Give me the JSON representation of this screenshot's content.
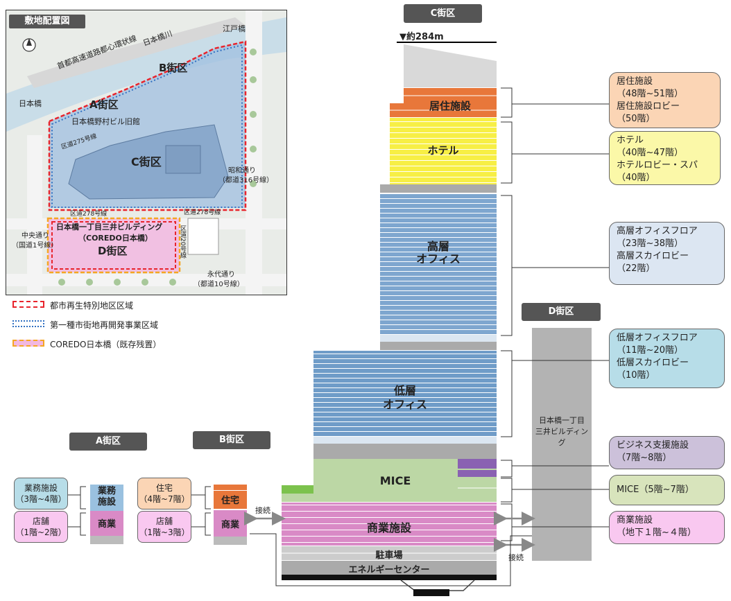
{
  "site_map": {
    "title": "敷地配置図",
    "labels": {
      "expressway": "首都高速道路都心環状線",
      "nihonbashi_river": "日本橋川",
      "edobashi": "江戸橋",
      "nihonbashi": "日本橋",
      "block_a": "A街区",
      "block_b": "B街区",
      "block_c": "C街区",
      "block_d": "D街区",
      "nomura_bldg": "日本橋野村ビル旧館",
      "kudo_275": "区道275号線",
      "kudo_278_a": "区道278号線",
      "kudo_278_b": "区道278号線",
      "showa_dori": "昭和通り",
      "toto_316": "（都道316号線）",
      "chuo_dori": "中央通り",
      "kokudo_1": "（国道1号線）",
      "mitsui_bldg": "日本橋一丁目三井ビルディング",
      "coredo": "（COREDO日本橋）",
      "kudo_20": "区道20号線",
      "eitai_dori": "永代通り",
      "toto_10": "（都道10号線）"
    }
  },
  "legend": [
    {
      "label": "都市再生特別地区区域",
      "color": "#e8242c",
      "style": "dashed"
    },
    {
      "label": "第一種市街地再開発事業区域",
      "color": "#2f6fc1",
      "style": "dotted"
    },
    {
      "label": "COREDO日本橋（既存残置）",
      "color": "#f5a623",
      "style": "dashed",
      "fill": "#f2b8e0"
    }
  ],
  "block_tags": {
    "c": "C街区",
    "d": "D街区",
    "a": "A街区",
    "b": "B街区"
  },
  "tower": {
    "height": "▼約284m",
    "residential": "居住施設",
    "hotel": "ホテル",
    "high_office_1": "高層",
    "high_office_2": "オフィス",
    "low_office_1": "低層",
    "low_office_2": "オフィス",
    "mice": "MICE",
    "commercial": "商業施設",
    "parking": "駐車場",
    "energy": "エネルギーセンター"
  },
  "d_building": {
    "line1": "日本橋一丁目",
    "line2": "三井ビルディング"
  },
  "callouts": [
    {
      "text": "居住施設\n（48階~51階）\n居住施設ロビー\n（50階）",
      "bg": "#fbd5b5"
    },
    {
      "text": "ホテル\n（40階~47階）\nホテルロビー・スパ\n（40階）",
      "bg": "#fbf8a8"
    },
    {
      "text": "高層オフィスフロア\n（23階~38階）\n高層スカイロビー\n（22階）",
      "bg": "#dce6f2"
    },
    {
      "text": "低層オフィスフロア\n（11階~20階）\n低層スカイロビー\n（10階）",
      "bg": "#b7dde8"
    },
    {
      "text": "ビジネス支援施設\n（7階~8階）",
      "bg": "#ccc1da"
    },
    {
      "text": "MICE（5階~7階）",
      "bg": "#d8e4bc"
    },
    {
      "text": "商業施設\n（地下１階~４階）",
      "bg": "#f9c8f0"
    }
  ],
  "block_a": {
    "office_callout": "業務施設\n（3階~4階）",
    "retail_callout": "店舗\n（1階~2階）",
    "office_label": "業務\n施設",
    "retail_label": "商業"
  },
  "block_b": {
    "housing_callout": "住宅\n（4階~7階）",
    "retail_callout": "店舗\n（1階~3階）",
    "housing_label": "住宅",
    "retail_label": "商業"
  },
  "connections": {
    "left": "接続",
    "right": "接続"
  }
}
